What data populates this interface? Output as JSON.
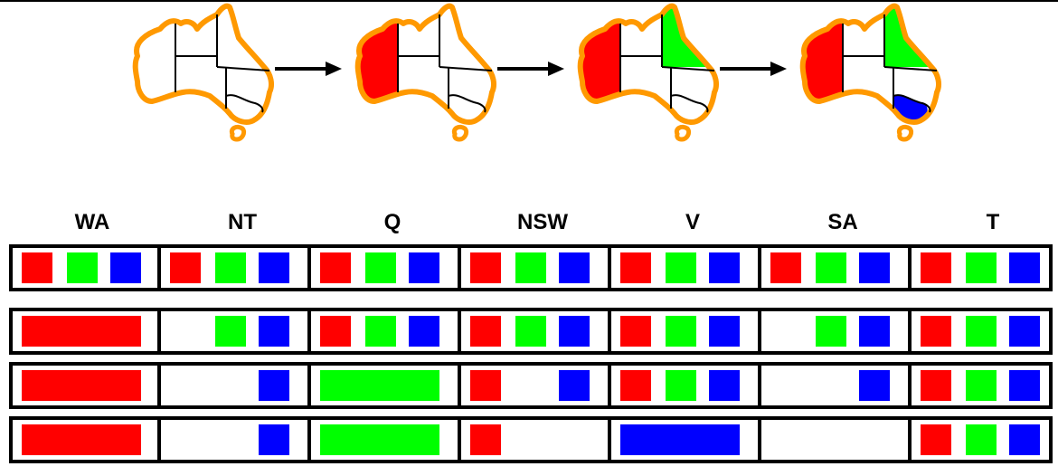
{
  "colors": {
    "red": "#ff0000",
    "green": "#00ff00",
    "blue": "#0000ff",
    "outline": "#ff9900"
  },
  "regions": [
    "WA",
    "NT",
    "Q",
    "NSW",
    "V",
    "SA",
    "T"
  ],
  "map_steps": [
    {
      "assigned": {}
    },
    {
      "assigned": {
        "WA": "red"
      }
    },
    {
      "assigned": {
        "WA": "red",
        "Q": "green"
      }
    },
    {
      "assigned": {
        "WA": "red",
        "Q": "green",
        "V": "blue"
      }
    }
  ],
  "domain_rows": [
    {
      "WA": [
        "red",
        "green",
        "blue"
      ],
      "NT": [
        "red",
        "green",
        "blue"
      ],
      "Q": [
        "red",
        "green",
        "blue"
      ],
      "NSW": [
        "red",
        "green",
        "blue"
      ],
      "V": [
        "red",
        "green",
        "blue"
      ],
      "SA": [
        "red",
        "green",
        "blue"
      ],
      "T": [
        "red",
        "green",
        "blue"
      ]
    },
    {
      "WA": "assigned:red",
      "NT": [
        "green",
        "blue"
      ],
      "Q": [
        "red",
        "green",
        "blue"
      ],
      "NSW": [
        "red",
        "green",
        "blue"
      ],
      "V": [
        "red",
        "green",
        "blue"
      ],
      "SA": [
        "green",
        "blue"
      ],
      "T": [
        "red",
        "green",
        "blue"
      ]
    },
    {
      "WA": "assigned:red",
      "NT": [
        "blue"
      ],
      "Q": "assigned:green",
      "NSW": [
        "red",
        "blue"
      ],
      "V": [
        "red",
        "green",
        "blue"
      ],
      "SA": [
        "blue"
      ],
      "T": [
        "red",
        "green",
        "blue"
      ]
    },
    {
      "WA": "assigned:red",
      "NT": [
        "blue"
      ],
      "Q": "assigned:green",
      "NSW": [
        "red"
      ],
      "V": "assigned:blue",
      "SA": [],
      "T": [
        "red",
        "green",
        "blue"
      ]
    }
  ]
}
